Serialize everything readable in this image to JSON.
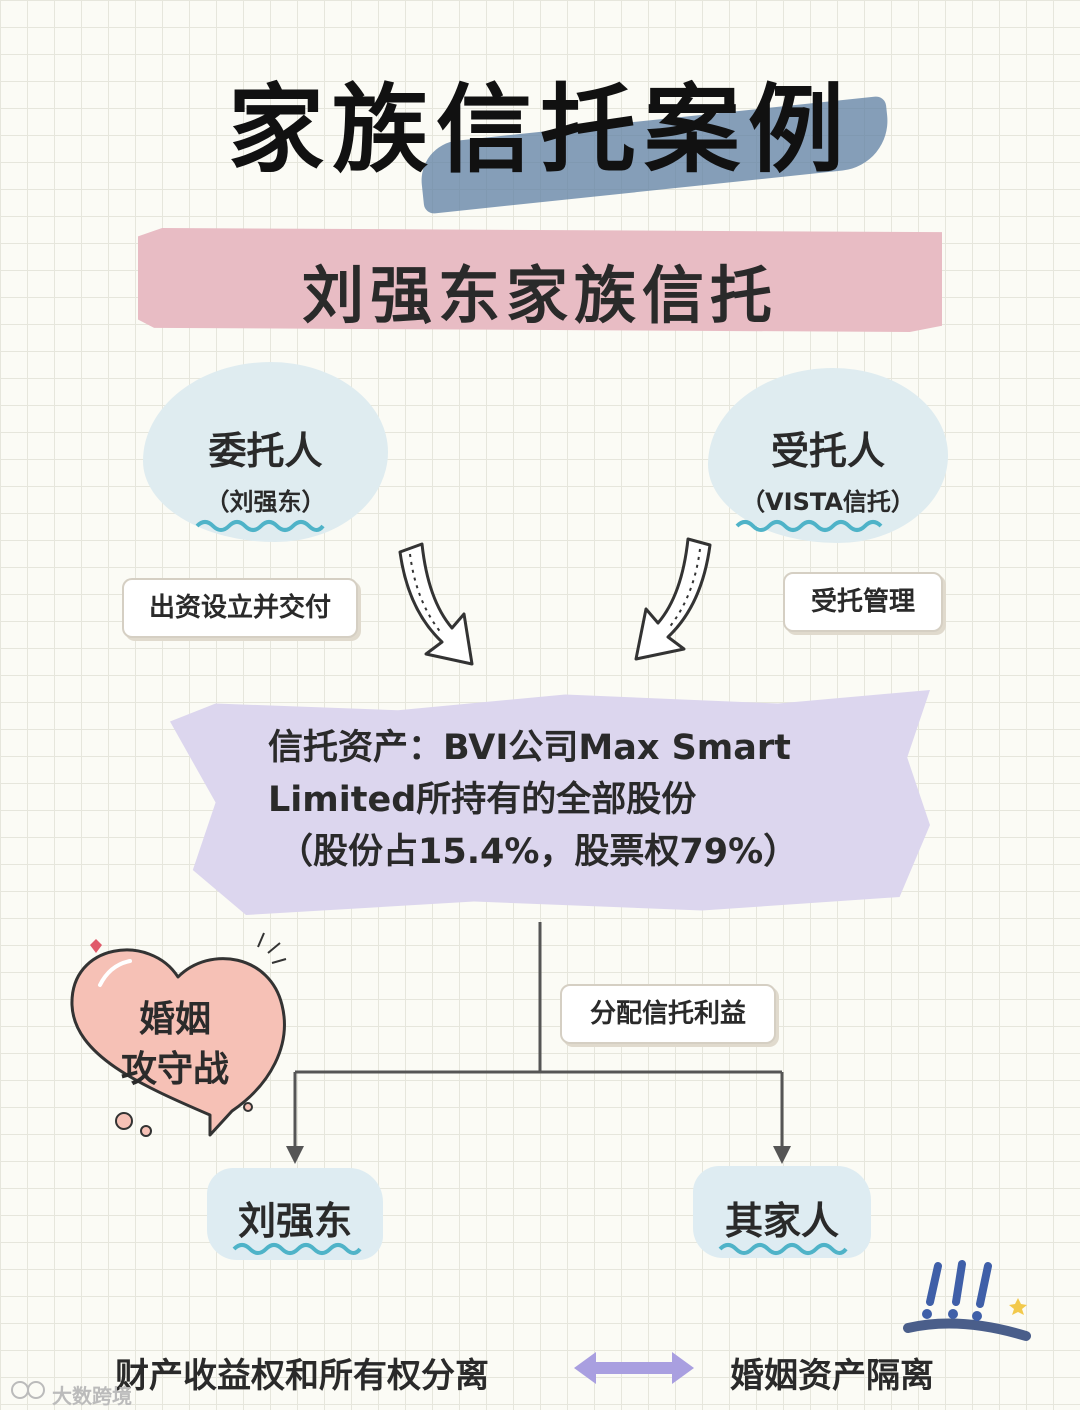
{
  "title": "家族信托案例",
  "subtitle": "刘强东家族信托",
  "settlor": {
    "title": "委托人",
    "name": "（刘强东）"
  },
  "trustee": {
    "title": "受托人",
    "name": "（VISTA信托）"
  },
  "labels": {
    "fund": "出资设立并交付",
    "manage": "受托管理",
    "distribute": "分配信托利益"
  },
  "trust_asset": {
    "line1": "信托资产：BVI公司Max Smart",
    "line2": "Limited所持有的全部股份",
    "line3": "（股份占15.4%，股票权79%）"
  },
  "badge": {
    "line1": "婚姻",
    "line2": "攻守战"
  },
  "beneficiaries": {
    "left": "刘强东",
    "right": "其家人"
  },
  "footer": {
    "left": "财产收益权和所有权分离",
    "right": "婚姻资产隔离",
    "watermark": "大数跨境"
  },
  "colors": {
    "pink_band": "#e8bcc4",
    "blue_blob": "#dfecf0",
    "purple_band": "#dcd6ee",
    "wave": "#4fb3c8",
    "heart": "#f6c1b6"
  }
}
